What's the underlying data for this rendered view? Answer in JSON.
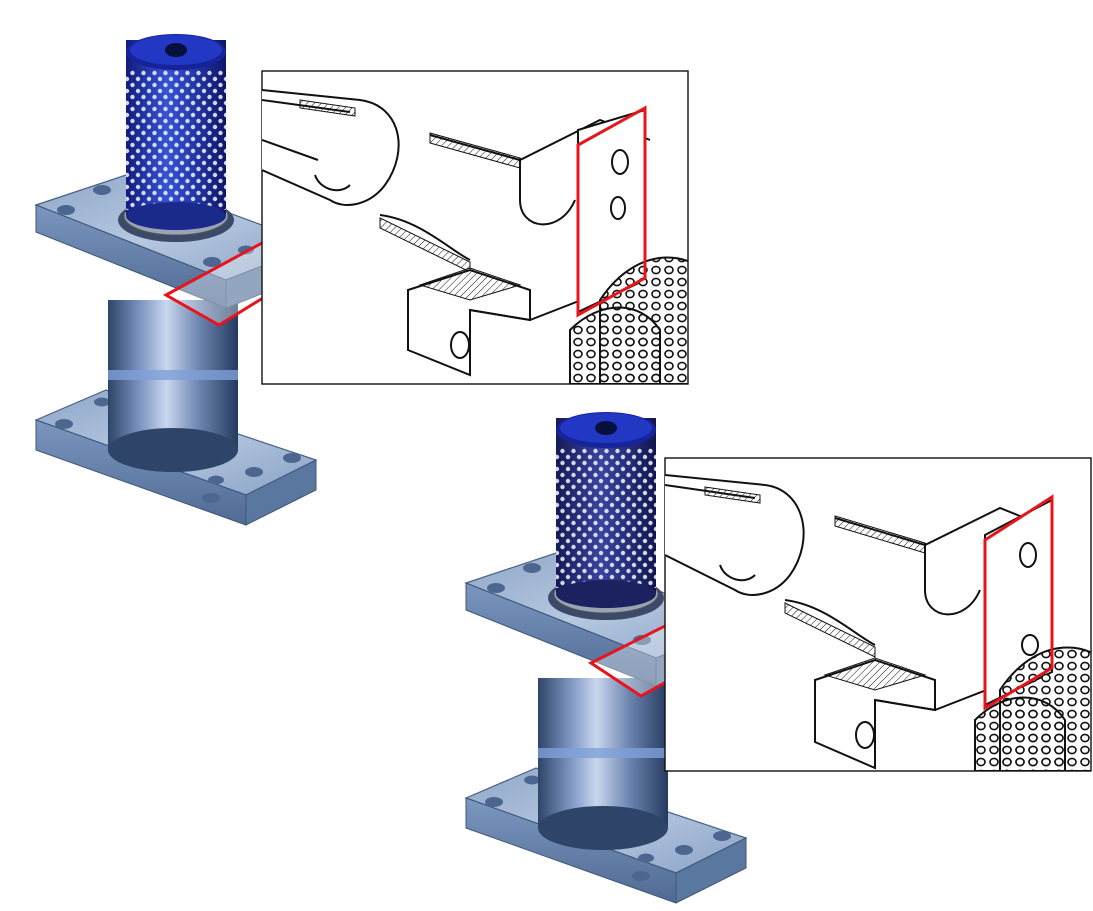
{
  "figure": {
    "background": "#ffffff",
    "colors": {
      "plate_top": "#a9bfd9",
      "plate_side": "#6f8cb4",
      "plate_dark": "#4f6b93",
      "cylinder_light": "#b8c9e6",
      "cylinder_dark": "#2e4468",
      "bushing_blue": "#2a3fb8",
      "bushing_cap": "#17239a",
      "ball_white": "#e8ecf6",
      "highlight_red": "#e8141c",
      "line_black": "#111111"
    },
    "assemblies": [
      {
        "name": "assembly-top-left",
        "bushing_tone": "#2a44c8",
        "detail_panel": "detail-view-top"
      },
      {
        "name": "assembly-bottom-right",
        "bushing_tone": "#22287a",
        "detail_panel": "detail-view-bottom"
      }
    ],
    "icons": [
      "guide-post-assembly",
      "ball-cage-bushing",
      "mounting-plate",
      "section-detail-view",
      "highlight-region"
    ]
  }
}
